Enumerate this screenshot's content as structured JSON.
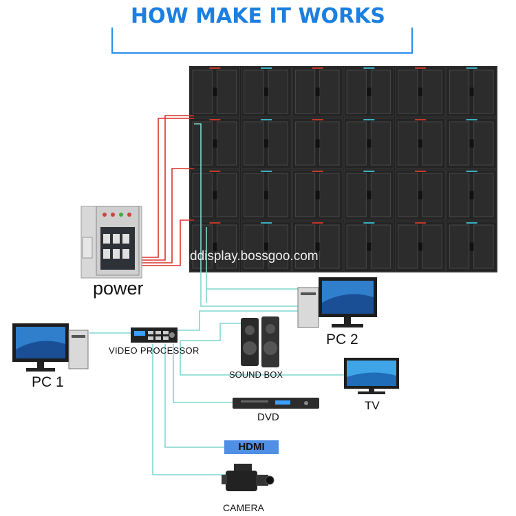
{
  "title": "HOW MAKE IT WORKS",
  "labels": {
    "power": "power",
    "pc2": "PC 2",
    "pc1": "PC 1",
    "video_processor": "VIDEO PROCESSOR",
    "sound_box": "SOUND BOX",
    "tv": "TV",
    "dvd": "DVD",
    "hdmi": "HDMI",
    "camera": "CAMERA"
  },
  "watermark": "ddisplay.bossgoo.com",
  "colors": {
    "title": "#1a7fe0",
    "bracket": "#2a8ee8",
    "power_cable": "#d9322c",
    "signal_cable": "#7fd6d0",
    "screen_wall": "#1b1b1b",
    "hdmi_label_bg": "#4f8fe4"
  },
  "led_wall": {
    "rows": 4,
    "columns": 6
  }
}
